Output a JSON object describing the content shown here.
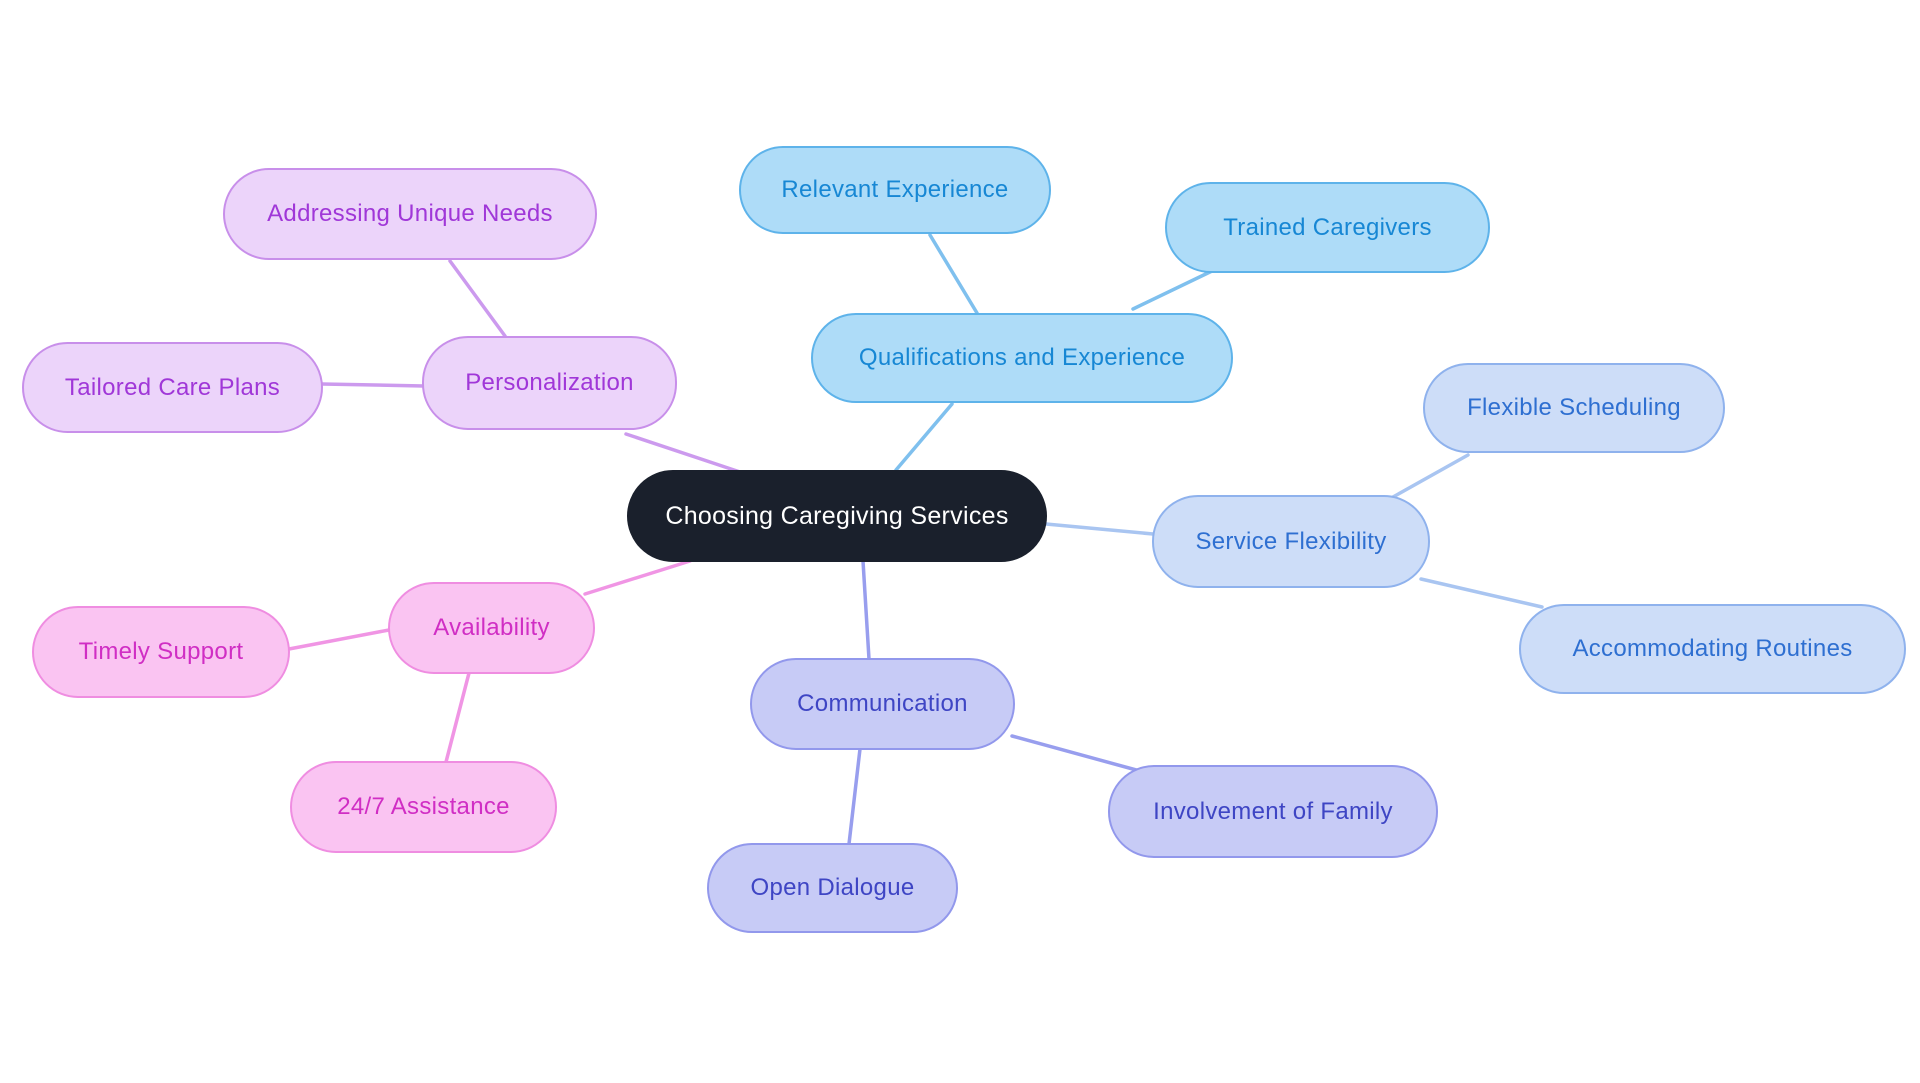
{
  "mindmap": {
    "center": {
      "label": "Choosing Caregiving Services",
      "fill": "#1a202c",
      "text_color": "#ffffff"
    },
    "branches": [
      {
        "id": "qualifications",
        "label": "Qualifications and Experience",
        "colors": {
          "fill": "#aedcf8",
          "border": "#5eb3ea",
          "text": "#1787d4",
          "line": "#7fc0ee"
        },
        "children": [
          {
            "label": "Relevant Experience"
          },
          {
            "label": "Trained Caregivers"
          }
        ]
      },
      {
        "id": "service-flexibility",
        "label": "Service Flexibility",
        "colors": {
          "fill": "#cdddf8",
          "border": "#8fb2ed",
          "text": "#2e6fd1",
          "line": "#a9c5f1"
        },
        "children": [
          {
            "label": "Flexible Scheduling"
          },
          {
            "label": "Accommodating Routines"
          }
        ]
      },
      {
        "id": "communication",
        "label": "Communication",
        "colors": {
          "fill": "#c7cbf6",
          "border": "#9298ec",
          "text": "#3e45c4",
          "line": "#989eee"
        },
        "children": [
          {
            "label": "Involvement of Family"
          },
          {
            "label": "Open Dialogue"
          }
        ]
      },
      {
        "id": "availability",
        "label": "Availability",
        "colors": {
          "fill": "#fac4f2",
          "border": "#ef8de1",
          "text": "#d02ec4",
          "line": "#f095e4"
        },
        "children": [
          {
            "label": "Timely Support"
          },
          {
            "label": "24/7 Assistance"
          }
        ]
      },
      {
        "id": "personalization",
        "label": "Personalization",
        "colors": {
          "fill": "#ecd4fa",
          "border": "#c88fea",
          "text": "#a037d8",
          "line": "#cc9aee"
        },
        "children": [
          {
            "label": "Addressing Unique Needs"
          },
          {
            "label": "Tailored Care Plans"
          }
        ]
      }
    ]
  }
}
